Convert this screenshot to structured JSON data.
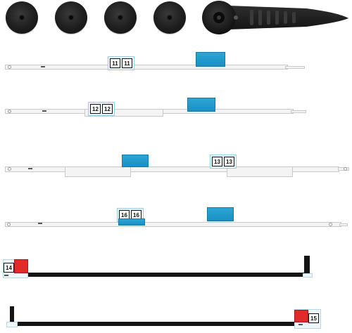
{
  "photo": {
    "subject": "Display adhesive strip kit with opening tools",
    "tools": {
      "discs": [
        "suction-disc",
        "suction-disc",
        "suction-disc",
        "suction-disc"
      ],
      "wheel": "pizza-wheel-cutter"
    },
    "strips": [
      {
        "id": "strip-11",
        "tag_labels": [
          "11",
          "11"
        ],
        "part_code": ""
      },
      {
        "id": "strip-12",
        "tag_labels": [
          "12",
          "12"
        ],
        "part_code": ""
      },
      {
        "id": "strip-13",
        "tag_labels": [
          "13",
          "13"
        ],
        "part_code": ""
      },
      {
        "id": "strip-16",
        "tag_labels": [
          "16",
          "16"
        ],
        "part_code": ""
      },
      {
        "id": "strip-14",
        "tag_labels": [
          "14"
        ],
        "part_code": ""
      },
      {
        "id": "strip-15",
        "tag_labels": [
          "15"
        ],
        "part_code": ""
      }
    ],
    "colors": {
      "liner": "#f4f4f4",
      "adhesive_blue": "#1b8fc3",
      "tab_red": "#e02b2b",
      "black_strip": "#141414",
      "tool_black": "#1e1e1e"
    }
  }
}
